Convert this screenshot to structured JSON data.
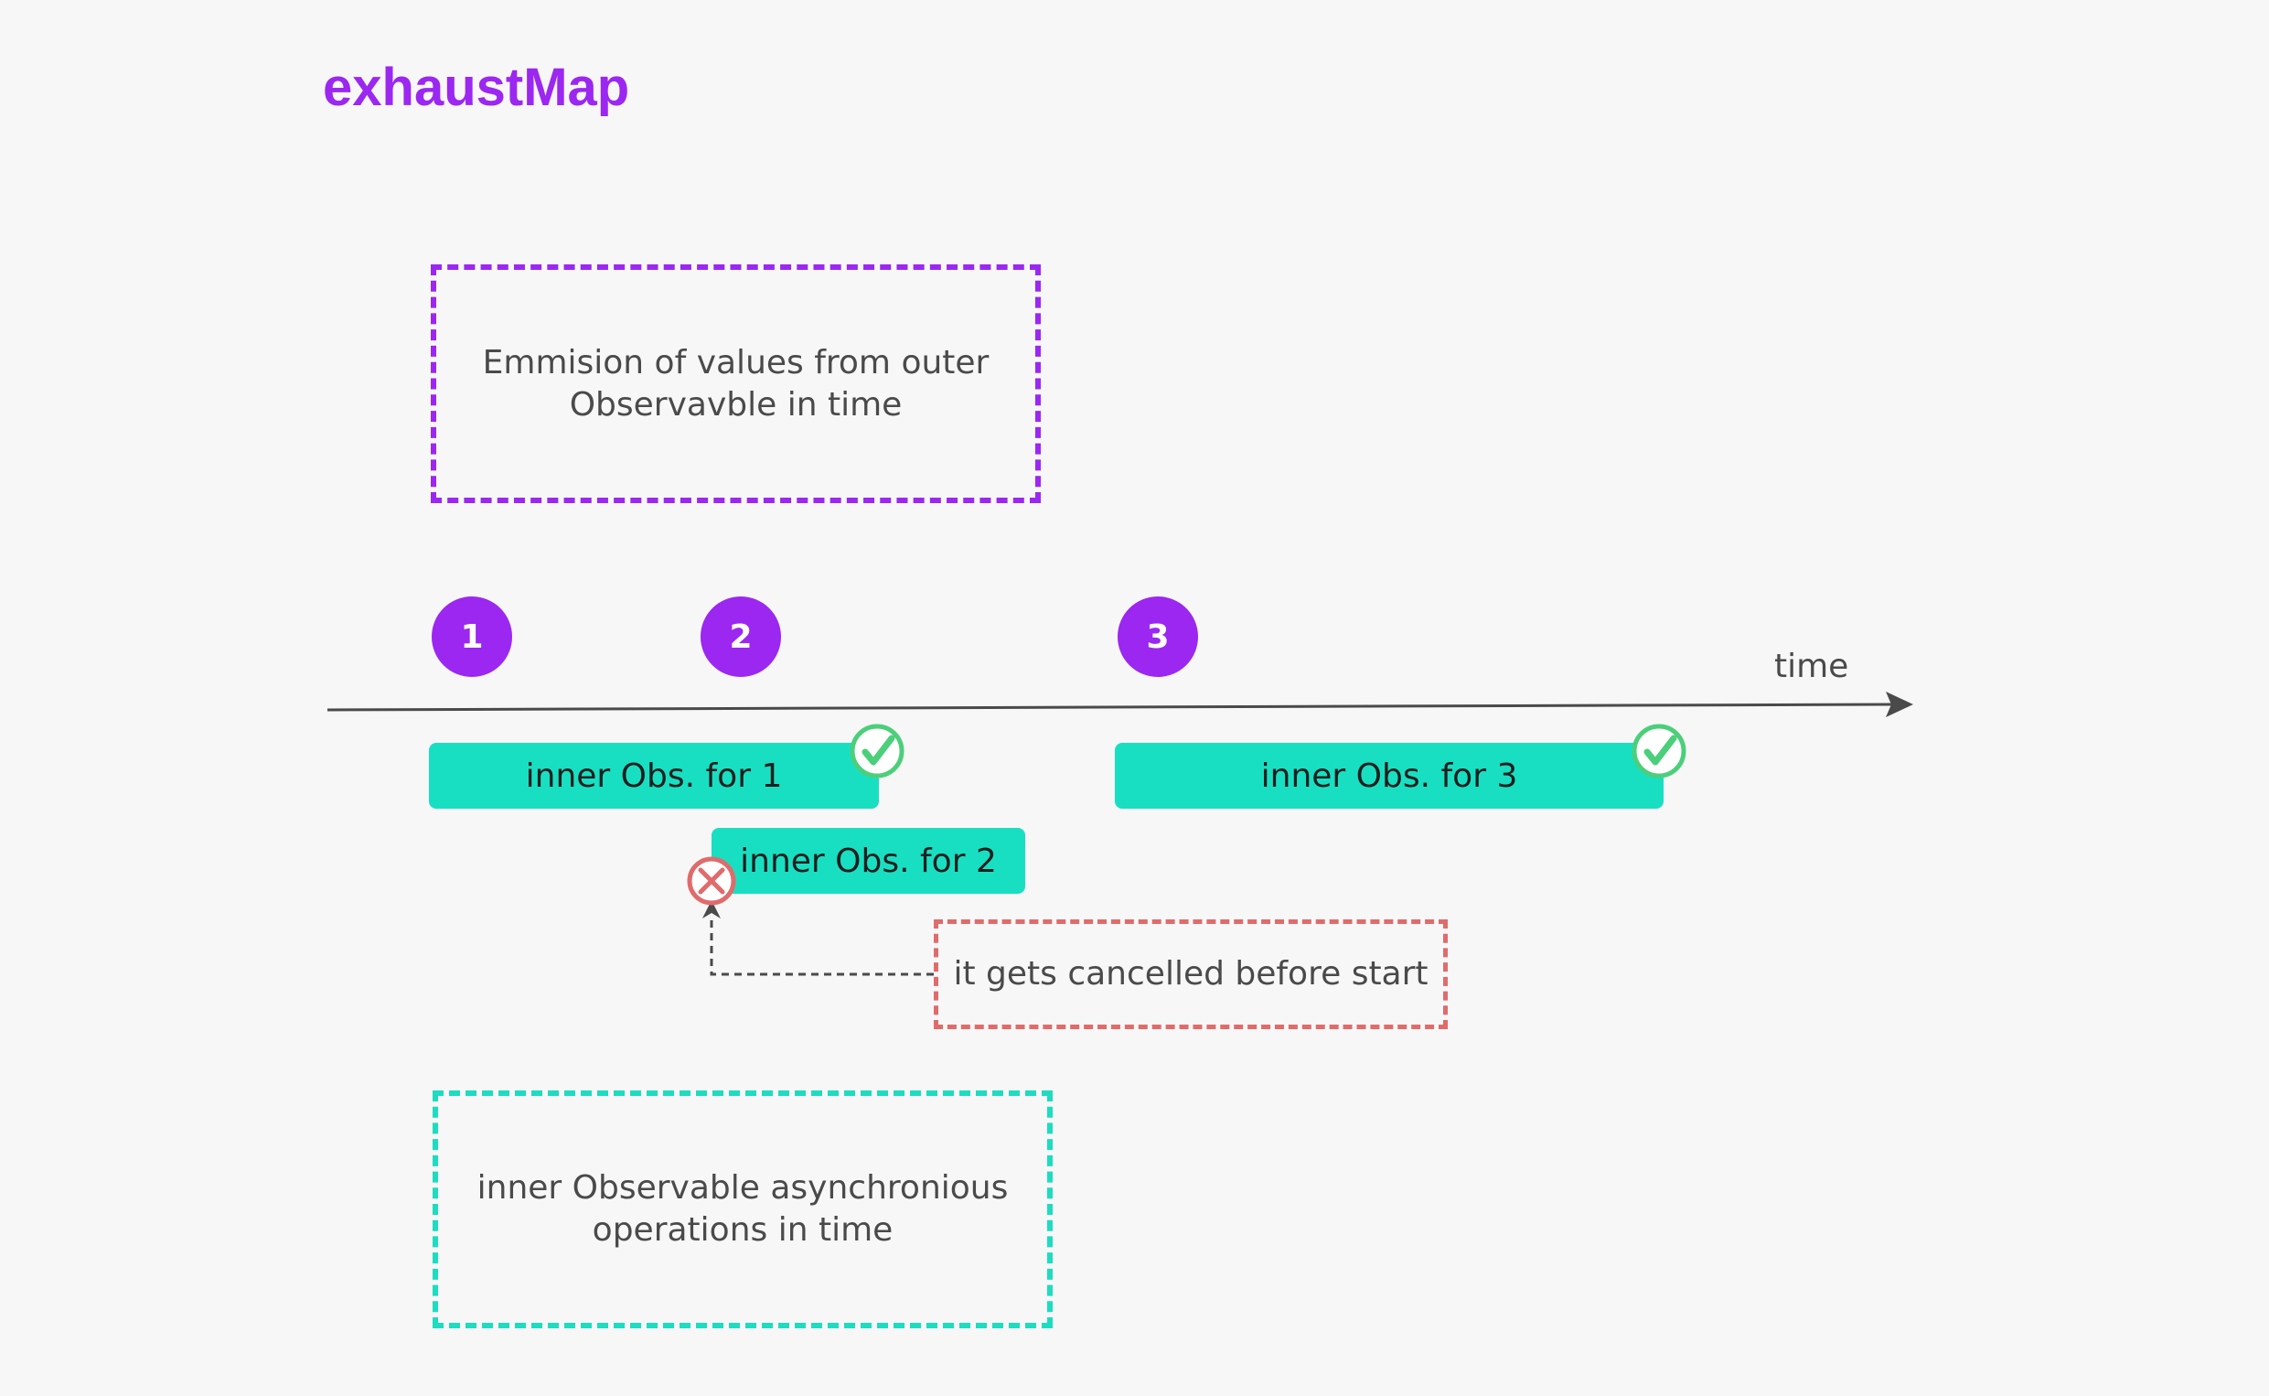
{
  "title": "exhaustMap",
  "outer_box": {
    "line1": "Emmision of values from outer",
    "line2": "Observavble in time"
  },
  "emissions": [
    "1",
    "2",
    "3"
  ],
  "timeline": {
    "label": "time"
  },
  "inner_observables": [
    {
      "label": "inner Obs. for 1",
      "status": "completed"
    },
    {
      "label": "inner Obs. for 2",
      "status": "cancelled"
    },
    {
      "label": "inner Obs. for 3",
      "status": "completed"
    }
  ],
  "cancel_note": "it gets cancelled before start",
  "inner_box": {
    "line1": "inner Observable asynchronious",
    "line2": "operations in time"
  },
  "colors": {
    "accent": "#9b27f0",
    "inner": "#19dfc2",
    "success": "#4ccf7a",
    "cancel": "#e06b6b",
    "line": "#4a4a4a"
  },
  "icons": {
    "completed": "check-circle-icon",
    "cancelled": "x-circle-icon"
  }
}
